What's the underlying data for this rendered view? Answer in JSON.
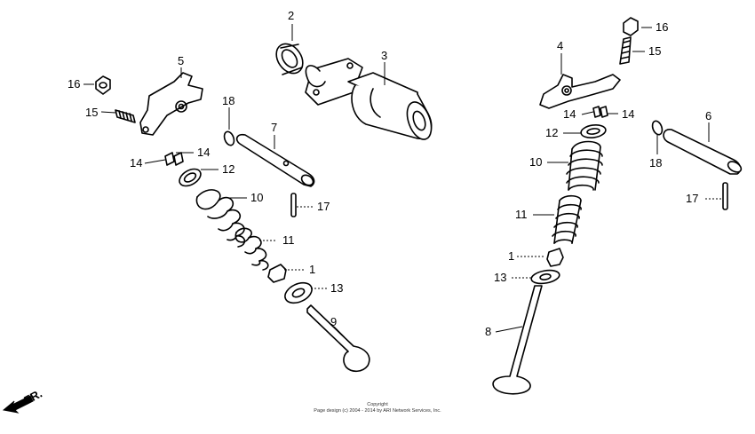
{
  "callouts": {
    "c1_left": "1",
    "c1_right": "1",
    "c2": "2",
    "c3": "3",
    "c4": "4",
    "c5": "5",
    "c6": "6",
    "c7": "7",
    "c8": "8",
    "c9": "9",
    "c10_left": "10",
    "c10_right": "10",
    "c11_left": "11",
    "c11_right": "11",
    "c12_left": "12",
    "c12_right": "12",
    "c13_left": "13",
    "c13_right": "13",
    "c14_left_a": "14",
    "c14_left_b": "14",
    "c14_right_a": "14",
    "c14_right_b": "14",
    "c15_left": "15",
    "c15_right": "15",
    "c16_left": "16",
    "c16_right": "16",
    "c17_left": "17",
    "c17_right": "17",
    "c18_left": "18",
    "c18_right": "18"
  },
  "direction_label": "FR.",
  "footer": {
    "line1": "Copyright",
    "line2": "Page design (c) 2004 - 2014 by ARI Network Services, Inc."
  }
}
